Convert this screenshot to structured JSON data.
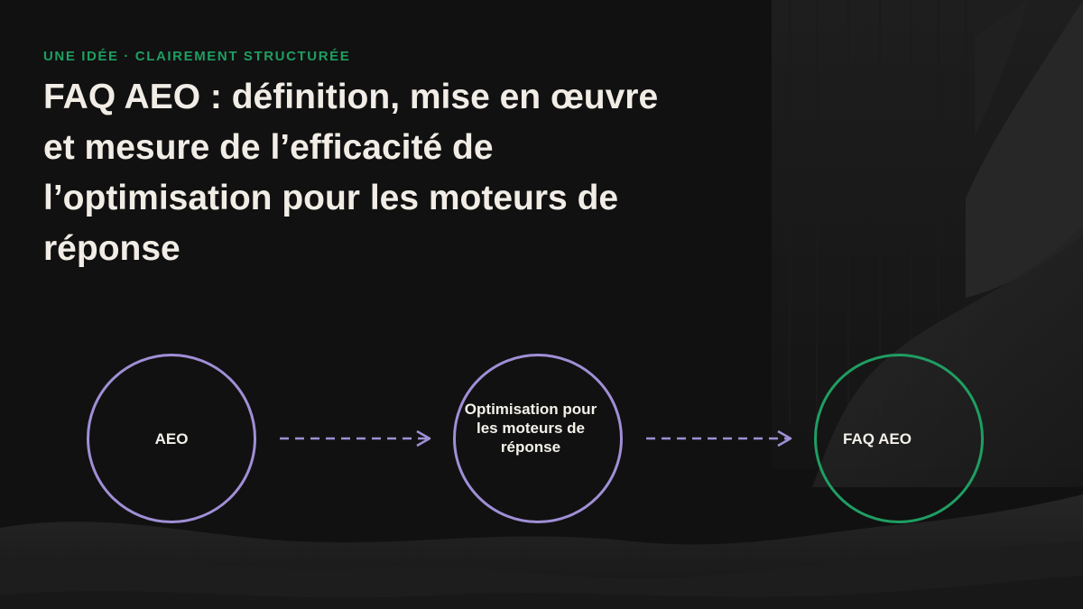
{
  "slide": {
    "eyebrow": "UNE IDÉE · CLAIREMENT STRUCTURÉE",
    "title": "FAQ AEO : définition, mise en œuvre et mesure de l’efficacité de l’optimisation pour les moteurs de réponse"
  },
  "flow": {
    "nodes": [
      {
        "label": "AEO",
        "color": "#a08fd6"
      },
      {
        "label": "Optimisation pour les moteurs de réponse",
        "color": "#a08fd6"
      },
      {
        "label": "FAQ AEO",
        "color": "#1f9e62"
      }
    ],
    "arrow_color": "#a08fd6"
  },
  "colors": {
    "background": "#111111",
    "accent_green": "#1f9e62",
    "accent_purple": "#a08fd6",
    "text": "#f1ede6"
  }
}
